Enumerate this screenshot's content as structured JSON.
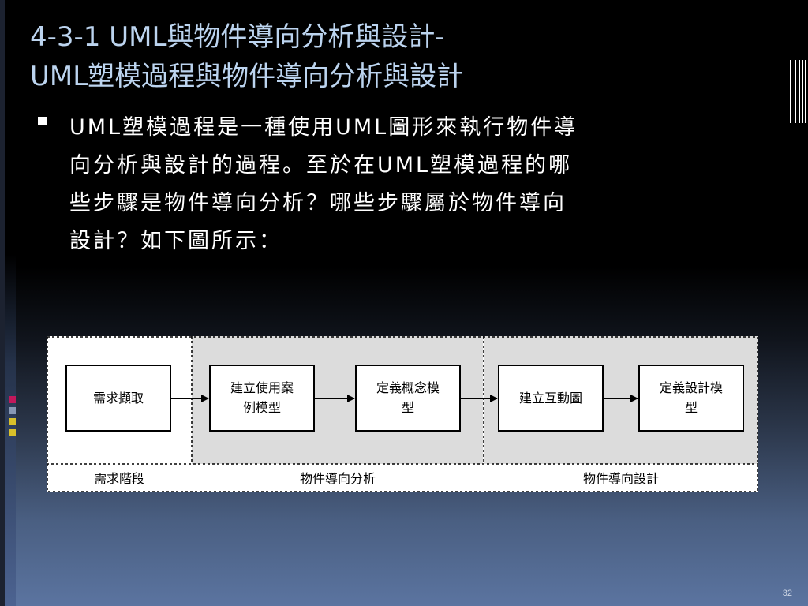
{
  "slide": {
    "title_lines": [
      "4-3-1 UML與物件導向分析與設計-",
      "UML塑模過程與物件件導向分析與設計"
    ],
    "bullet_lines": [
      "UML塑模過程是一種使用UML圖形來執行物件導",
      "向分析與設計的過程。至於在UML塑模過程的哪",
      "些步驟是物件導向分析？哪些步驟屬於物件導向",
      "設計？如下圖所示："
    ],
    "page_number": "32"
  },
  "diagram": {
    "phases": [
      {
        "id": "requirements",
        "label": "需求階段"
      },
      {
        "id": "ooa",
        "label": "物件導向分析"
      },
      {
        "id": "ood",
        "label": "物件導向設計"
      }
    ],
    "boxes": [
      {
        "id": "capture-requirements",
        "lines": [
          "需求擷取"
        ]
      },
      {
        "id": "build-use-case-model",
        "lines": [
          "建立使用案",
          "例模型"
        ]
      },
      {
        "id": "define-concept-model",
        "lines": [
          "定義概念模",
          "型"
        ]
      },
      {
        "id": "build-interaction-diagram",
        "lines": [
          "建立互動圖"
        ]
      },
      {
        "id": "define-design-model",
        "lines": [
          "定義設計模",
          "型"
        ]
      }
    ]
  },
  "colors": {
    "title": "#bcd4ef",
    "phase_shading": "#dcdcdc",
    "accent_pink": "#c2185b",
    "accent_yellow": "#d8c02a",
    "accent_slate": "#8898b4"
  }
}
